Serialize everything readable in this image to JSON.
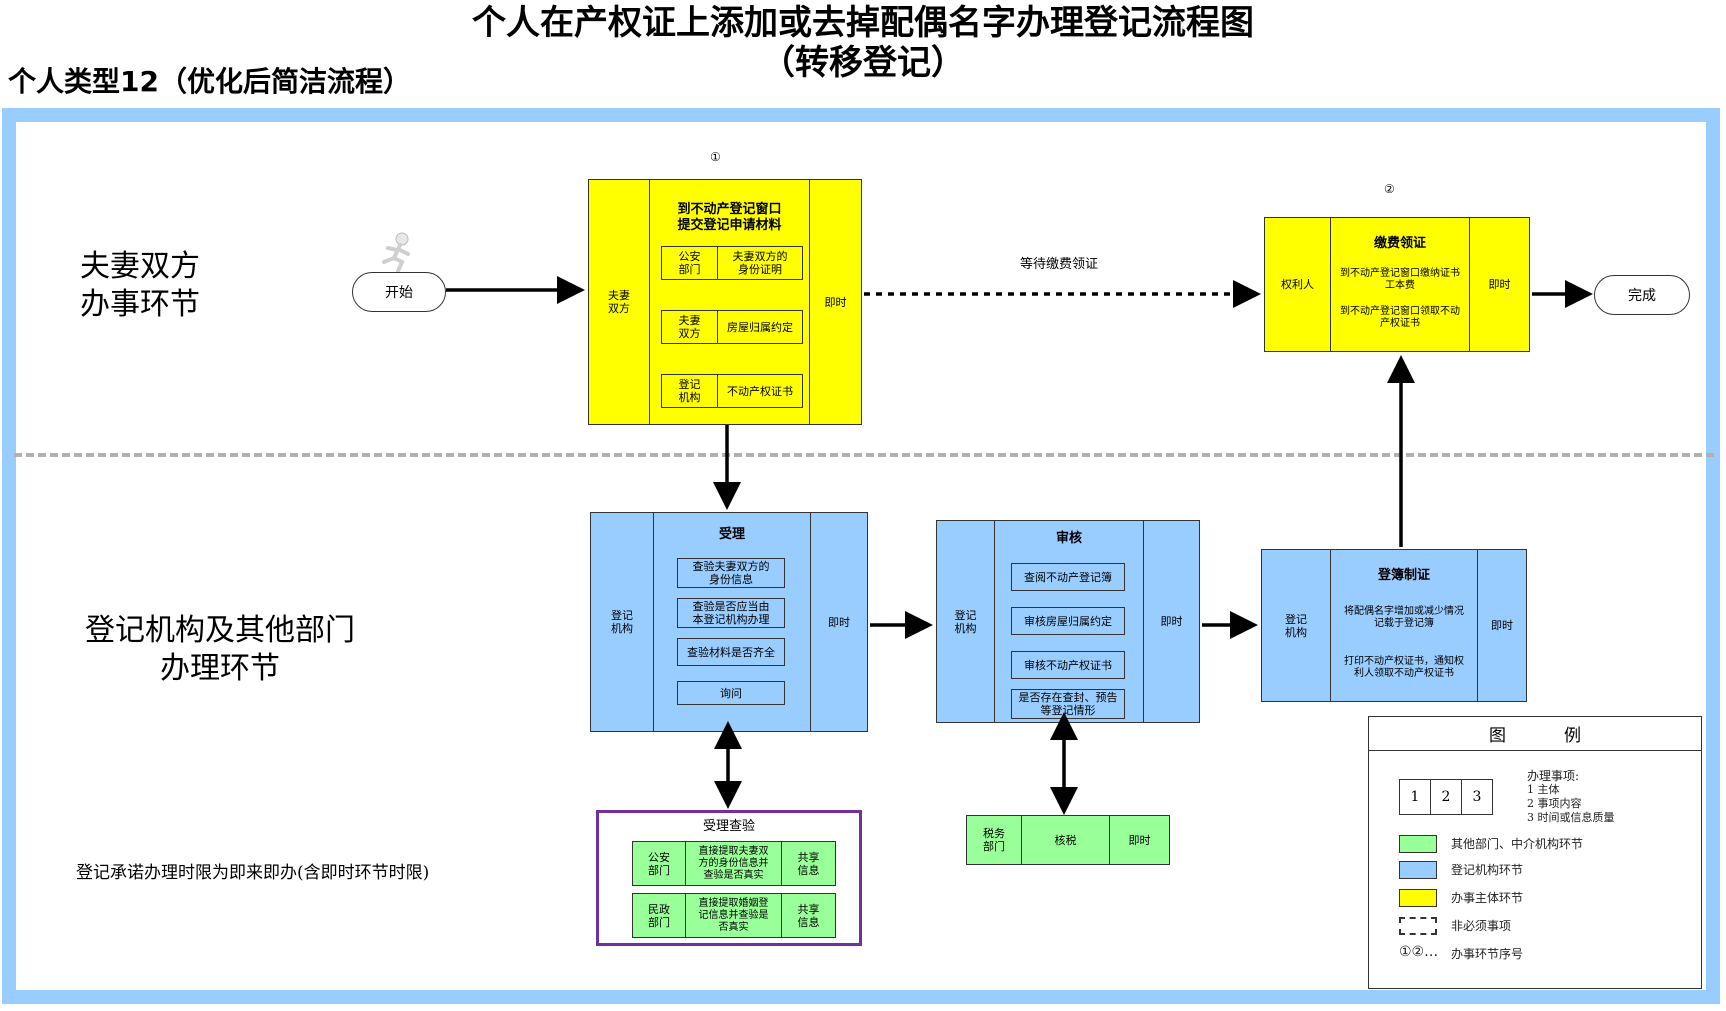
{
  "title_line1": "个人在产权证上添加或去掉配偶名字办理登记流程图",
  "title_line2": "（转移登记）",
  "subtitle": "个人类型12（优化后简洁流程）",
  "lanes": {
    "top": "夫妻双方\n办事环节",
    "bottom": "登记机构及其他部门\n办理环节"
  },
  "start_label": "开始",
  "end_label": "完成",
  "step_numbers": [
    "①",
    "②"
  ],
  "wait_label": "等待缴费领证",
  "step1": {
    "left": "夫妻\n双方",
    "head": "到不动产登记窗口\n提交登记申请材料",
    "rows": [
      {
        "who": "公安\n部门",
        "what": "夫妻双方的\n身份证明"
      },
      {
        "who": "夫妻\n双方",
        "what": "房屋归属约定"
      },
      {
        "who": "登记\n机构",
        "what": "不动产权证书"
      }
    ],
    "right": "即时"
  },
  "step2": {
    "left": "权利人",
    "head": "缴费领证",
    "lines": [
      "到不动产登记窗口缴纳证书\n工本费",
      "到不动产登记窗口领取不动\n产权证书"
    ],
    "right": "即时"
  },
  "accept": {
    "left": "登记\n机构",
    "head": "受理",
    "items": [
      "查验夫妻双方的\n身份信息",
      "查验是否应当由\n本登记机构办理",
      "查验材料是否齐全",
      "询问"
    ],
    "right": "即时"
  },
  "review": {
    "left": "登记\n机构",
    "head": "审核",
    "items": [
      "查阅不动产登记簿",
      "审核房屋归属约定",
      "审核不动产权证书",
      "是否存在查封、预告\n等登记情形"
    ],
    "right": "即时"
  },
  "register": {
    "left": "登记\n机构",
    "head": "登簿制证",
    "lines": [
      "将配偶名字增加或减少情况\n记载于登记簿",
      "打印不动产权证书，通知权\n利人领取不动产权证书"
    ],
    "right": "即时"
  },
  "verify": {
    "head": "受理查验",
    "rows": [
      {
        "who": "公安\n部门",
        "what": "直接提取夫妻双\n方的身份信息并\n查验是否真实",
        "share": "共享\n信息"
      },
      {
        "who": "民政\n部门",
        "what": "直接提取婚姻登\n记信息并查验是\n否真实",
        "share": "共享\n信息"
      }
    ]
  },
  "tax": {
    "who": "税务\n部门",
    "what": "核税",
    "time": "即时"
  },
  "promise_note": "登记承诺办理时限为即来即办(含即时环节时限)",
  "legend": {
    "title": "图例",
    "cells": [
      "1",
      "2",
      "3"
    ],
    "items_title": "办理事项:",
    "items": [
      "1 主体",
      "2 事项内容",
      "3 时间或信息质量"
    ],
    "entries": [
      "其他部门、中介机构环节",
      "登记机构环节",
      "办事主体环节",
      "非必须事项",
      "办事环节序号"
    ],
    "seq_symbol": "①②…",
    "colors": {
      "green": "#99ff99",
      "blue": "#99ccff",
      "yellow": "#ffff00"
    }
  }
}
